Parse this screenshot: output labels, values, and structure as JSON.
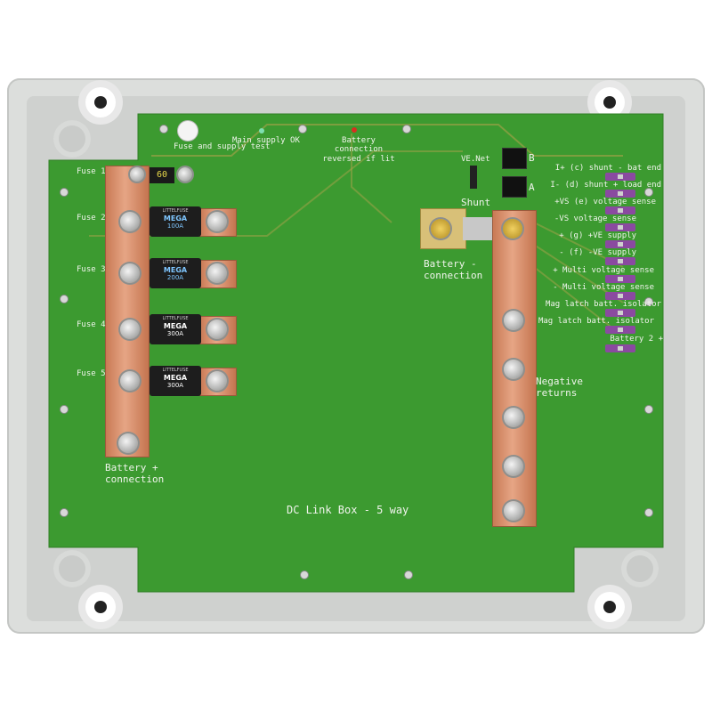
{
  "title": "DC Link Box - 5 way",
  "colors": {
    "pcb": "#3c9a30",
    "copper": "#d68f6b",
    "enclosure": "#dcdedc",
    "jumper": "#8a4aa0"
  },
  "top_labels": {
    "fuse_test": "Fuse and supply test",
    "main_supply": "Main supply OK",
    "battery_reversed": "Battery connection reversed if lit",
    "ve_net": "VE.Net",
    "port_b": "B",
    "port_a": "A",
    "shunt": "Shunt"
  },
  "fuses": [
    {
      "label": "Fuse 1",
      "rating": "60"
    },
    {
      "label": "Fuse 2",
      "brand": "LITTELFUSE",
      "type": "MEGA",
      "rating": "100A"
    },
    {
      "label": "Fuse 3",
      "brand": "LITTELFUSE",
      "type": "MEGA",
      "rating": "200A"
    },
    {
      "label": "Fuse 4",
      "brand": "LITTELFUSE",
      "type": "MEGA",
      "rating": "300A"
    },
    {
      "label": "Fuse 5",
      "brand": "LITTELFUSE",
      "type": "MEGA",
      "rating": "300A"
    }
  ],
  "battery_pos_label": "Battery + connection",
  "battery_neg_label": "Battery - connection",
  "negative_returns_label": "Negative returns",
  "jumpers": [
    "I+ (c) shunt - bat end",
    "I- (d) shunt + load end",
    "+VS (e) voltage sense",
    "-VS voltage sense",
    "+ (g) +VE supply",
    "- (f) -VE supply",
    "+ Multi voltage sense",
    "- Multi voltage sense",
    "Mag latch batt. isolator",
    "Mag latch batt. isolator",
    "Battery 2 +"
  ]
}
